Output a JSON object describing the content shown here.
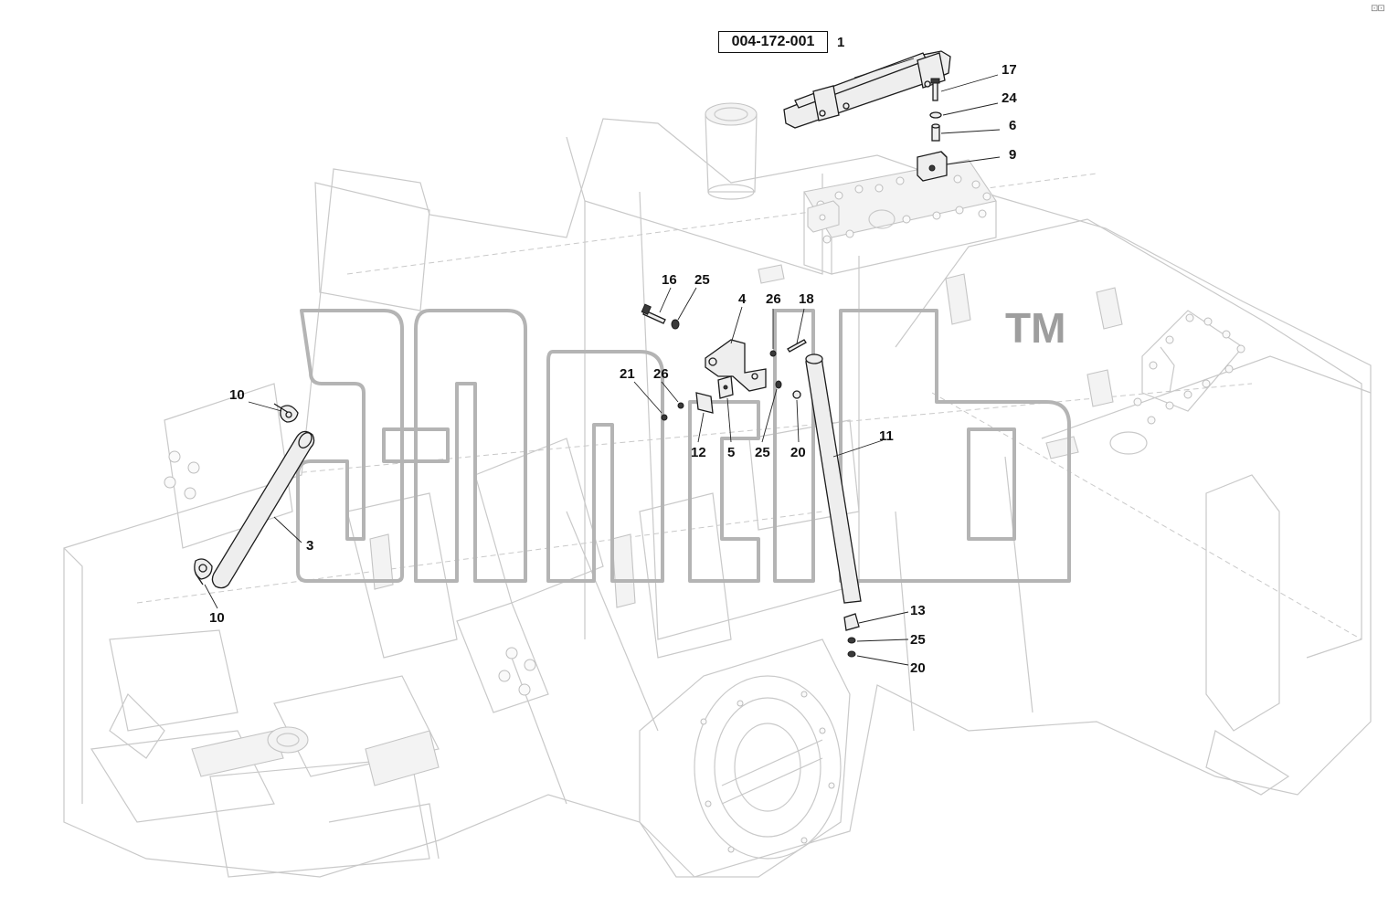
{
  "part_number": "004-172-001",
  "corner_mark": "⊡⊡",
  "watermark_tm": "TM",
  "callouts": [
    {
      "id": "c1",
      "text": "1"
    },
    {
      "id": "c17",
      "text": "17"
    },
    {
      "id": "c24",
      "text": "24"
    },
    {
      "id": "c6",
      "text": "6"
    },
    {
      "id": "c9",
      "text": "9"
    },
    {
      "id": "c16",
      "text": "16"
    },
    {
      "id": "c25a",
      "text": "25"
    },
    {
      "id": "c4",
      "text": "4"
    },
    {
      "id": "c26a",
      "text": "26"
    },
    {
      "id": "c18",
      "text": "18"
    },
    {
      "id": "c21",
      "text": "21"
    },
    {
      "id": "c26b",
      "text": "26"
    },
    {
      "id": "c10a",
      "text": "10"
    },
    {
      "id": "c12",
      "text": "12"
    },
    {
      "id": "c5",
      "text": "5"
    },
    {
      "id": "c25b",
      "text": "25"
    },
    {
      "id": "c20a",
      "text": "20"
    },
    {
      "id": "c11",
      "text": "11"
    },
    {
      "id": "c3",
      "text": "3"
    },
    {
      "id": "c10b",
      "text": "10"
    },
    {
      "id": "c13",
      "text": "13"
    },
    {
      "id": "c25c",
      "text": "25"
    },
    {
      "id": "c20b",
      "text": "20"
    }
  ]
}
